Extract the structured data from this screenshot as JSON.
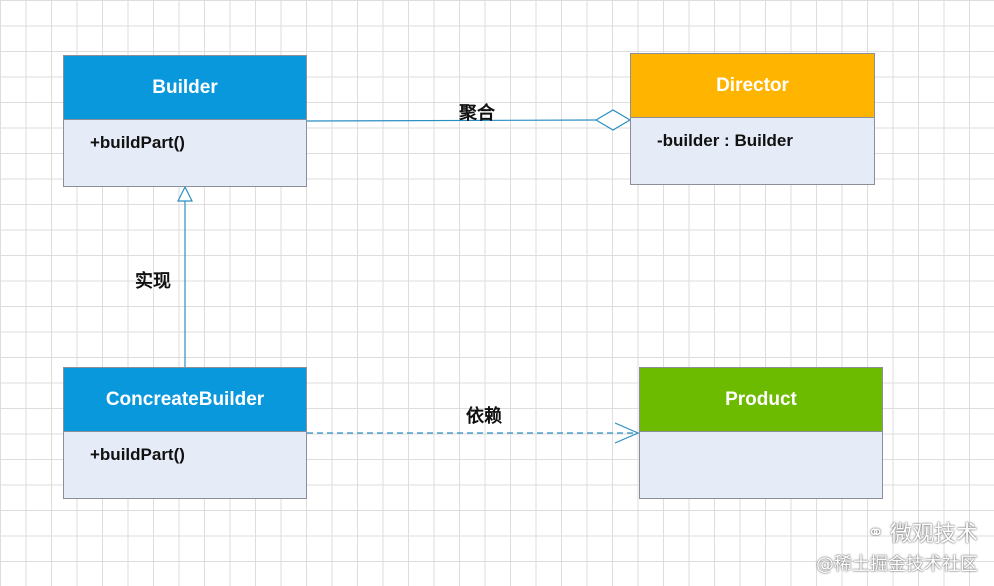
{
  "classes": {
    "builder": {
      "name": "Builder",
      "members": [
        "+buildPart()"
      ],
      "color": "#0a98dc"
    },
    "director": {
      "name": "Director",
      "members": [
        "-builder : Builder"
      ],
      "color": "#ffb500"
    },
    "concrete_builder": {
      "name": "ConcreateBuilder",
      "members": [
        "+buildPart()"
      ],
      "color": "#0a98dc"
    },
    "product": {
      "name": "Product",
      "members": [],
      "color": "#6cbb00"
    }
  },
  "relations": {
    "aggregation": {
      "label": "聚合",
      "from": "Builder",
      "to": "Director"
    },
    "realization": {
      "label": "实现",
      "from": "ConcreateBuilder",
      "to": "Builder"
    },
    "dependency": {
      "label": "依赖",
      "from": "ConcreateBuilder",
      "to": "Product"
    }
  },
  "watermark": {
    "line1": "微观技术",
    "line2": "@稀土掘金技术社区",
    "icon": "wechat-icon"
  }
}
